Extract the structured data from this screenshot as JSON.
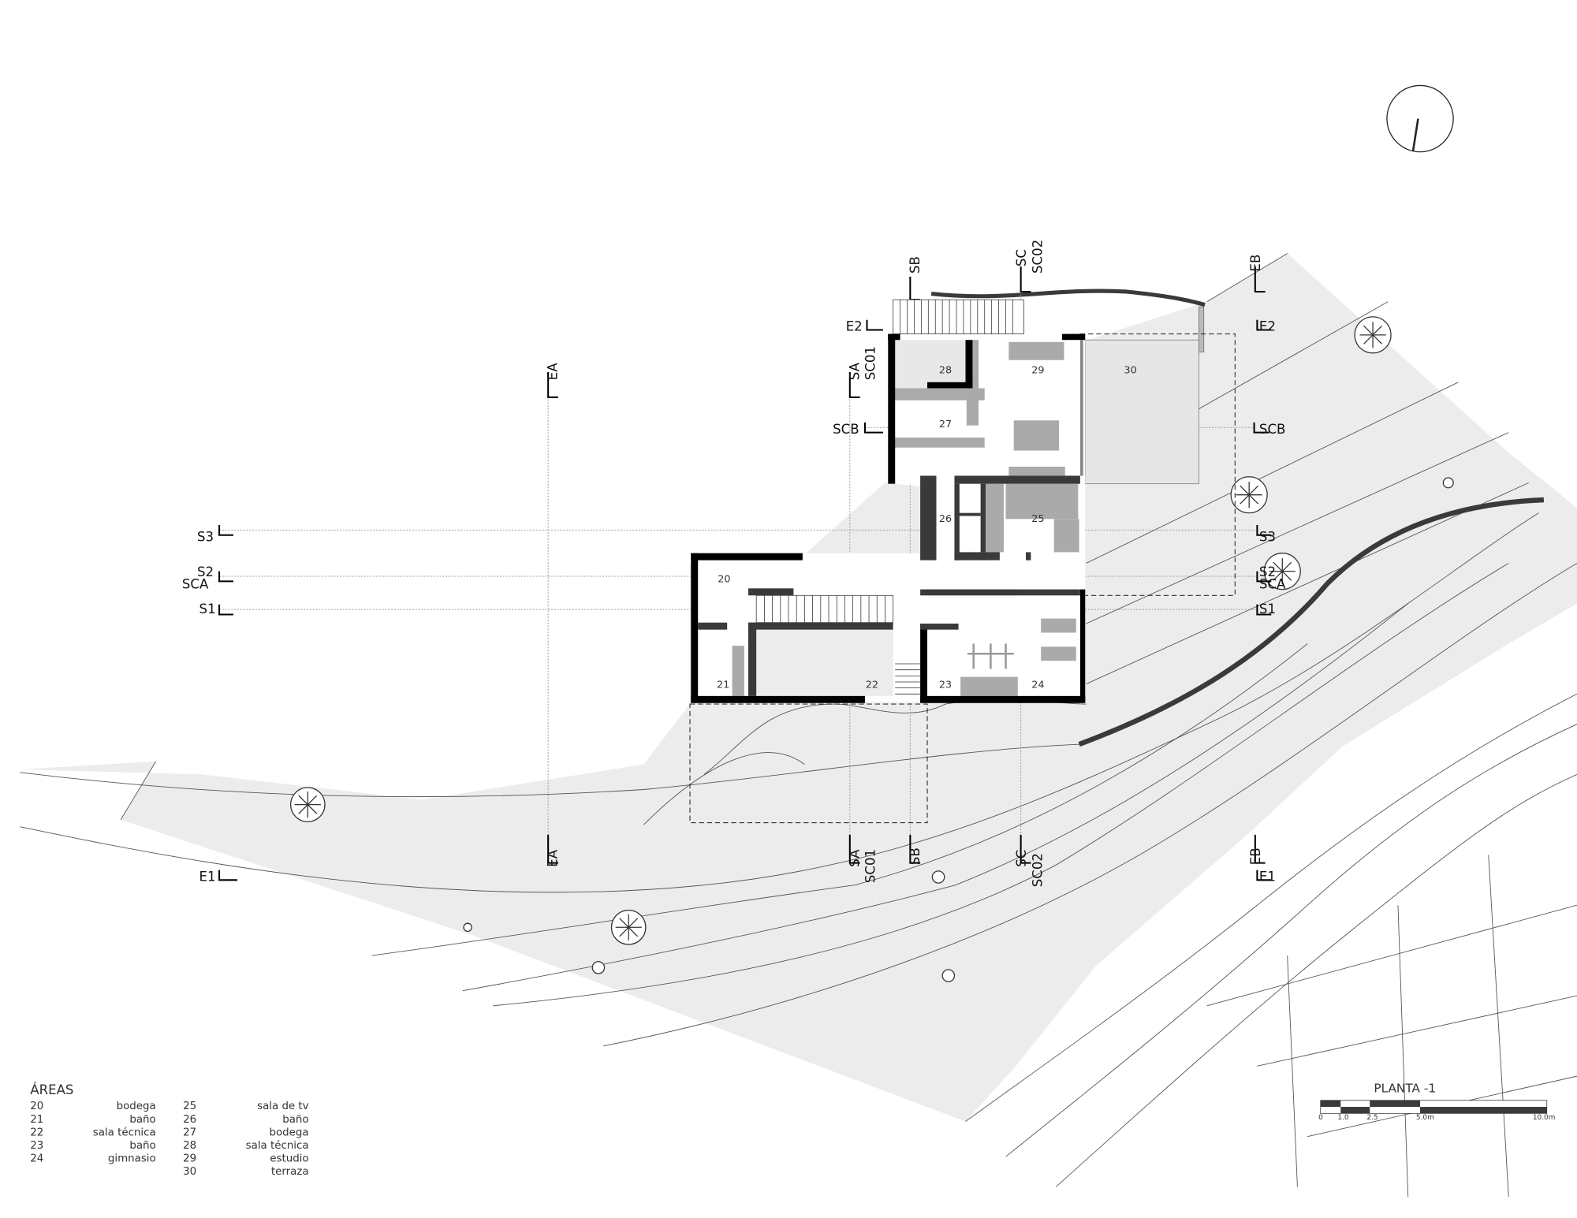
{
  "drawing": {
    "title": "PLANTA -1",
    "scale_bar": {
      "ticks": [
        "0",
        "1.0",
        "2.5",
        "5.0m",
        "10.0m"
      ]
    }
  },
  "legend": {
    "heading": "ÁREAS",
    "items": [
      {
        "num": "20",
        "name": "bodega"
      },
      {
        "num": "21",
        "name": "baño"
      },
      {
        "num": "22",
        "name": "sala técnica"
      },
      {
        "num": "23",
        "name": "baño"
      },
      {
        "num": "24",
        "name": "gimnasio"
      },
      {
        "num": "25",
        "name": "sala de tv"
      },
      {
        "num": "26",
        "name": "baño"
      },
      {
        "num": "27",
        "name": "bodega"
      },
      {
        "num": "28",
        "name": "sala técnica"
      },
      {
        "num": "29",
        "name": "estudio"
      },
      {
        "num": "30",
        "name": "terraza"
      }
    ]
  },
  "rooms": [
    "20",
    "21",
    "22",
    "23",
    "24",
    "25",
    "26",
    "27",
    "28",
    "29",
    "30"
  ],
  "sections": {
    "S3": "S3",
    "S2": "S2",
    "SCA": "SCA",
    "S1": "S1",
    "E1": "E1",
    "E2": "E2",
    "SCB": "SCB",
    "EA": "EA",
    "EB": "EB",
    "SA": "SA",
    "SC01": "SC01",
    "SB": "SB",
    "SC": "SC",
    "SC02": "SC02"
  }
}
